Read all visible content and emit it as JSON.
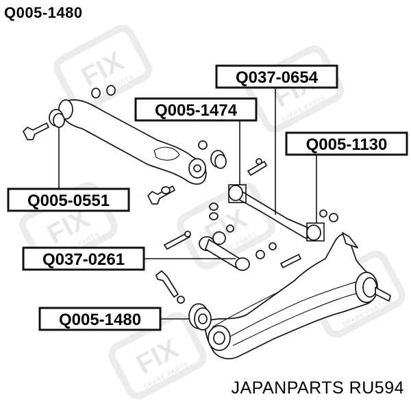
{
  "header": {
    "code": "Q005-1480"
  },
  "footer": {
    "reference": "JAPANPARTS RU594"
  },
  "watermark": {
    "brand": "FIX",
    "tagline": "SPARE PARTS"
  },
  "labels": [
    {
      "id": "q037-0654",
      "text": "Q037-0654"
    },
    {
      "id": "q005-1474",
      "text": "Q005-1474"
    },
    {
      "id": "q005-1130",
      "text": "Q005-1130"
    },
    {
      "id": "q005-0551",
      "text": "Q005-0551"
    },
    {
      "id": "q037-0261",
      "text": "Q037-0261"
    },
    {
      "id": "q005-1480",
      "text": "Q005-1480"
    }
  ],
  "colors": {
    "line": "#111111",
    "watermark": "#e6e6e6",
    "background": "#ffffff"
  }
}
